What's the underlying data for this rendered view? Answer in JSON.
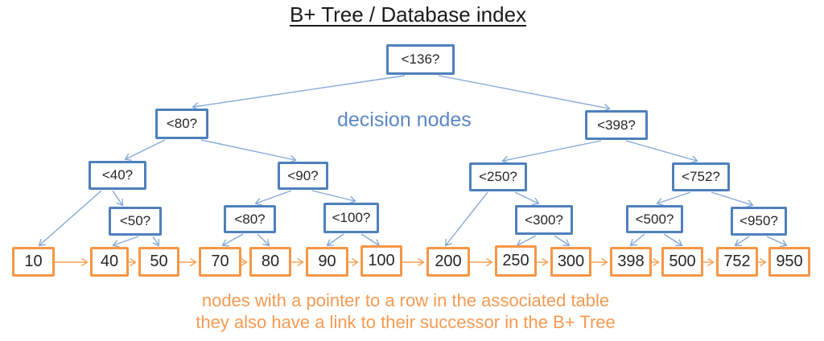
{
  "title": "B+ Tree / Database index",
  "labels": {
    "decision_nodes": "decision nodes"
  },
  "footer": {
    "line1": "nodes with a pointer to a row in the associated table",
    "line2": "they also have a link to their successor in the B+ Tree"
  },
  "colors": {
    "decision_node_border": "#4e80bc",
    "tree_edge_blue": "#85a9d6",
    "decision_label_blue": "#5b87c5",
    "leaf_node_border": "#f79646",
    "leaf_link_orange": "#f7a155",
    "footer_text_orange": "#f79a52",
    "node_text": "#262626",
    "title_text": "#1b1b1b"
  },
  "decision_nodes": [
    {
      "label": "<136?"
    },
    {
      "label": "<80?"
    },
    {
      "label": "<398?"
    },
    {
      "label": "<40?"
    },
    {
      "label": "<90?"
    },
    {
      "label": "<250?"
    },
    {
      "label": "<752?"
    },
    {
      "label": "<50?"
    },
    {
      "label": "<80?"
    },
    {
      "label": "<100?"
    },
    {
      "label": "<300?"
    },
    {
      "label": "<500?"
    },
    {
      "label": "<950?"
    }
  ],
  "leaf_nodes": [
    {
      "value": "10"
    },
    {
      "value": "40"
    },
    {
      "value": "50"
    },
    {
      "value": "70"
    },
    {
      "value": "80"
    },
    {
      "value": "90"
    },
    {
      "value": "100"
    },
    {
      "value": "200"
    },
    {
      "value": "250"
    },
    {
      "value": "300"
    },
    {
      "value": "398"
    },
    {
      "value": "500"
    },
    {
      "value": "752"
    },
    {
      "value": "950"
    }
  ]
}
